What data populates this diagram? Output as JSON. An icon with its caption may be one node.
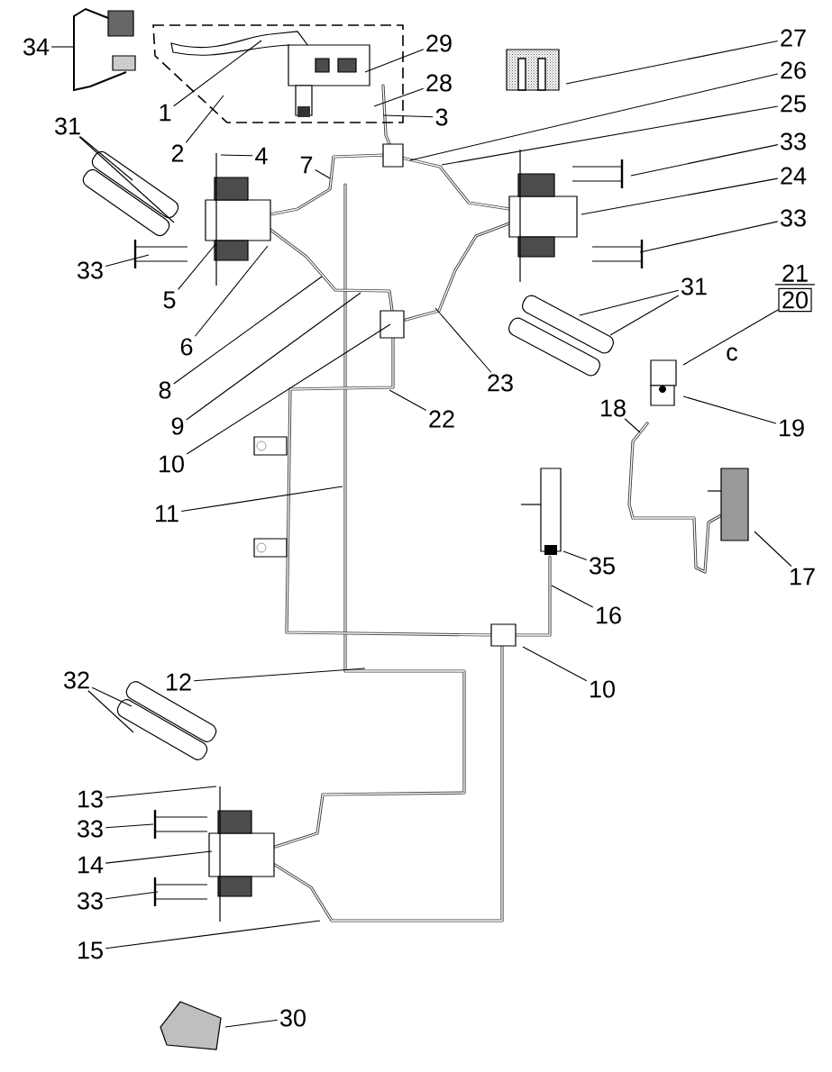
{
  "diagram": {
    "nodes": [
      {
        "text": [
          "34"
        ]
      },
      {
        "text": [
          "29"
        ]
      },
      {
        "text": [
          "27"
        ]
      },
      {
        "text": [
          "28"
        ]
      },
      {
        "text": [
          "26"
        ]
      },
      {
        "text": [
          "1"
        ]
      },
      {
        "text": [
          "3"
        ]
      },
      {
        "text": [
          "25"
        ]
      },
      {
        "text": [
          "31"
        ]
      },
      {
        "text": [
          "33"
        ]
      },
      {
        "text": [
          "2"
        ]
      },
      {
        "text": [
          "4"
        ]
      },
      {
        "text": [
          "7"
        ]
      },
      {
        "text": [
          "24"
        ]
      },
      {
        "text": [
          "33"
        ]
      },
      {
        "text": [
          "33"
        ]
      },
      {
        "text": [
          "20"
        ],
        "beside": [
          "21"
        ]
      },
      {
        "text": [
          "31"
        ]
      },
      {
        "text": [
          "5"
        ]
      },
      {
        "text": [
          "6"
        ]
      },
      {
        "text": [
          "23"
        ]
      },
      {
        "text": [
          "8"
        ]
      },
      {
        "text": [
          "18"
        ]
      },
      {
        "text": [
          "22"
        ]
      },
      {
        "text": [
          "9"
        ]
      },
      {
        "text": [
          "19"
        ]
      },
      {
        "text": [
          "10"
        ]
      },
      {
        "text": [
          "11"
        ]
      },
      {
        "text": [
          "35"
        ]
      },
      {
        "text": [
          "17"
        ]
      },
      {
        "text": [
          "16"
        ]
      },
      {
        "text": [
          "32"
        ]
      },
      {
        "text": [
          "12"
        ]
      },
      {
        "text": [
          "10"
        ]
      },
      {
        "text": [
          "13"
        ]
      },
      {
        "text": [
          "33"
        ]
      },
      {
        "text": [
          "14"
        ]
      },
      {
        "text": [
          "33"
        ]
      },
      {
        "text": [
          "15"
        ]
      },
      {
        "text": [
          "30"
        ]
      }
    ],
    "edges": [
      {
        "from": 0,
        "to": null,
        "arrow": "none"
      },
      {
        "from": 1,
        "to": null,
        "arrow": "none"
      },
      {
        "from": 2,
        "to": null,
        "arrow": "none"
      },
      {
        "from": 3,
        "to": null,
        "arrow": "none"
      },
      {
        "from": 4,
        "to": null,
        "arrow": "none"
      },
      {
        "from": 5,
        "to": null,
        "arrow": "none"
      },
      {
        "from": 6,
        "to": null,
        "arrow": "none"
      },
      {
        "from": 7,
        "to": null,
        "arrow": "none"
      },
      {
        "from": 8,
        "to": null,
        "arrow": "none"
      },
      {
        "from": 8,
        "to": null,
        "arrow": "none"
      },
      {
        "from": 9,
        "to": null,
        "arrow": "none"
      },
      {
        "from": 10,
        "to": null,
        "arrow": "none"
      },
      {
        "from": 11,
        "to": null,
        "arrow": "none"
      },
      {
        "from": 12,
        "to": null,
        "arrow": "none"
      },
      {
        "from": 13,
        "to": null,
        "arrow": "none"
      },
      {
        "from": 14,
        "to": null,
        "arrow": "none"
      },
      {
        "from": 15,
        "to": null,
        "arrow": "none"
      },
      {
        "from": 16,
        "to": null,
        "arrow": "none"
      },
      {
        "from": 17,
        "to": null,
        "arrow": "none"
      },
      {
        "from": 17,
        "to": null,
        "arrow": "none"
      },
      {
        "from": 18,
        "to": null,
        "arrow": "none"
      },
      {
        "from": 19,
        "to": null,
        "arrow": "none"
      },
      {
        "from": 20,
        "to": null,
        "arrow": "none"
      },
      {
        "from": 21,
        "to": null,
        "arrow": "none"
      },
      {
        "from": 22,
        "to": null,
        "arrow": "none"
      },
      {
        "from": 23,
        "to": null,
        "arrow": "none"
      },
      {
        "from": 24,
        "to": null,
        "arrow": "none"
      },
      {
        "from": 25,
        "to": null,
        "arrow": "none"
      },
      {
        "from": 26,
        "to": null,
        "arrow": "none"
      },
      {
        "from": 27,
        "to": null,
        "arrow": "none"
      },
      {
        "from": 28,
        "to": null,
        "arrow": "none"
      },
      {
        "from": 29,
        "to": null,
        "arrow": "none"
      },
      {
        "from": 30,
        "to": null,
        "arrow": "none"
      },
      {
        "from": 31,
        "to": null,
        "arrow": "none"
      },
      {
        "from": 31,
        "to": null,
        "arrow": "none"
      },
      {
        "from": 32,
        "to": null,
        "arrow": "none"
      },
      {
        "from": 33,
        "to": null,
        "arrow": "none"
      },
      {
        "from": 34,
        "to": null,
        "arrow": "none"
      },
      {
        "from": 35,
        "to": null,
        "arrow": "none"
      },
      {
        "from": 36,
        "to": null,
        "arrow": "none"
      },
      {
        "from": 37,
        "to": null,
        "arrow": "none"
      },
      {
        "from": 38,
        "to": null,
        "arrow": "none"
      },
      {
        "from": 39,
        "to": null,
        "arrow": "none"
      }
    ],
    "labels": [
      "c"
    ]
  }
}
